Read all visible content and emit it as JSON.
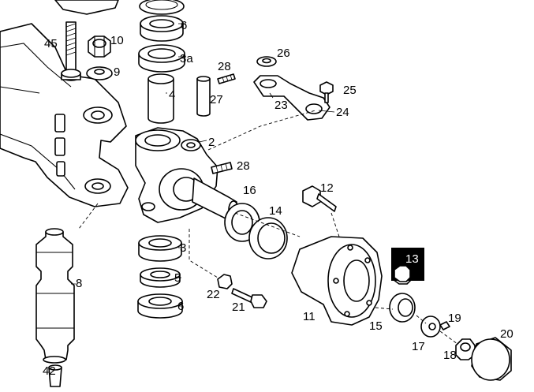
{
  "diagram": {
    "labels": {
      "p2": "2",
      "p3": "3",
      "p3a": "3a",
      "p4": "4",
      "p5": "5",
      "p6_top": "6",
      "p6_bottom": "6",
      "p8": "8",
      "p9": "9",
      "p10": "10",
      "p11": "11",
      "p12": "12",
      "p13": "13",
      "p14": "14",
      "p15": "15",
      "p16": "16",
      "p17": "17",
      "p18": "18",
      "p19": "19",
      "p20": "20",
      "p21": "21",
      "p22": "22",
      "p23": "23",
      "p24": "24",
      "p25": "25",
      "p26": "26",
      "p27": "27",
      "p28_top": "28",
      "p28_mid": "28",
      "p42": "42",
      "p45": "45"
    },
    "highlighted_part": "13"
  }
}
